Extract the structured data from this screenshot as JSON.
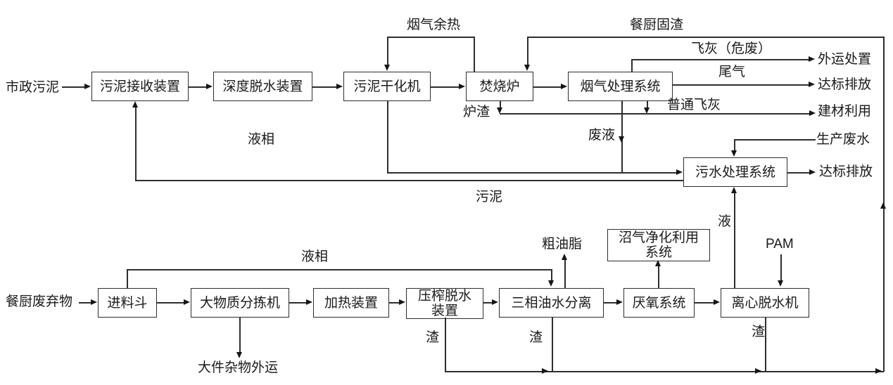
{
  "diagram": {
    "background": "#ffffff",
    "line_color": "#2e2e2e",
    "top_flow": {
      "input": "市政污泥",
      "nodes": {
        "sludge_receiving": "污泥接收装置",
        "deep_dewatering": "深度脱水装置",
        "sludge_dryer": "污泥干化机",
        "incinerator": "焚烧炉",
        "flue_gas_treatment": "烟气处理系统",
        "wastewater_treatment": "污水处理系统"
      },
      "streams": {
        "flue_gas_heat": "烟气余热",
        "kitchen_solid_residue": "餐厨固渣",
        "hazardous_fly_ash": "飞灰（危废）",
        "tail_gas": "尾气",
        "ordinary_fly_ash": "普通飞灰",
        "furnace_slag": "炉渣",
        "liquid_phase": "液相",
        "waste_liquid": "废液",
        "production_wastewater": "生产废水",
        "sludge": "污泥"
      },
      "terminals": {
        "offsite_disposal": "外运处置",
        "standard_discharge_gas": "达标排放",
        "building_material_use": "建材利用",
        "standard_discharge_water": "达标排放"
      }
    },
    "bottom_flow": {
      "input": "餐厨废弃物",
      "nodes": {
        "feed_hopper": "进料斗",
        "large_object_sorter": "大物质分拣机",
        "heating_device": "加热装置",
        "press_dewatering": "压榨脱水装置",
        "three_phase_separation": "三相油水分离",
        "anaerobic_system": "厌氧系统",
        "centrifugal_dewatering": "离心脱水机",
        "biogas_purification": "沼气净化利用系统"
      },
      "streams": {
        "liquid_phase": "液相",
        "crude_grease": "粗油脂",
        "pam": "PAM",
        "liquid": "液",
        "residue": "渣",
        "bulky_waste_out": "大件杂物外运"
      }
    }
  }
}
